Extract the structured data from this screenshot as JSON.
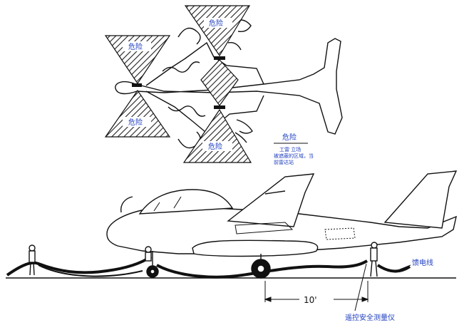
{
  "top_view": {
    "danger_left_top": "危险",
    "danger_left_bottom": "危险",
    "danger_mid_top": "危险",
    "danger_mid_bottom": "危险",
    "legend": {
      "title": "危险",
      "line1": "工雷 立场",
      "line2": "被遮蔽的区域，当",
      "line3": "前雷达站"
    }
  },
  "side_view": {
    "cable_label": "馈电线",
    "distance_label": "10'",
    "instrument_label": "遥控安全测量仪"
  },
  "colors": {
    "label": "#1f3fbf",
    "line": "#111111"
  }
}
